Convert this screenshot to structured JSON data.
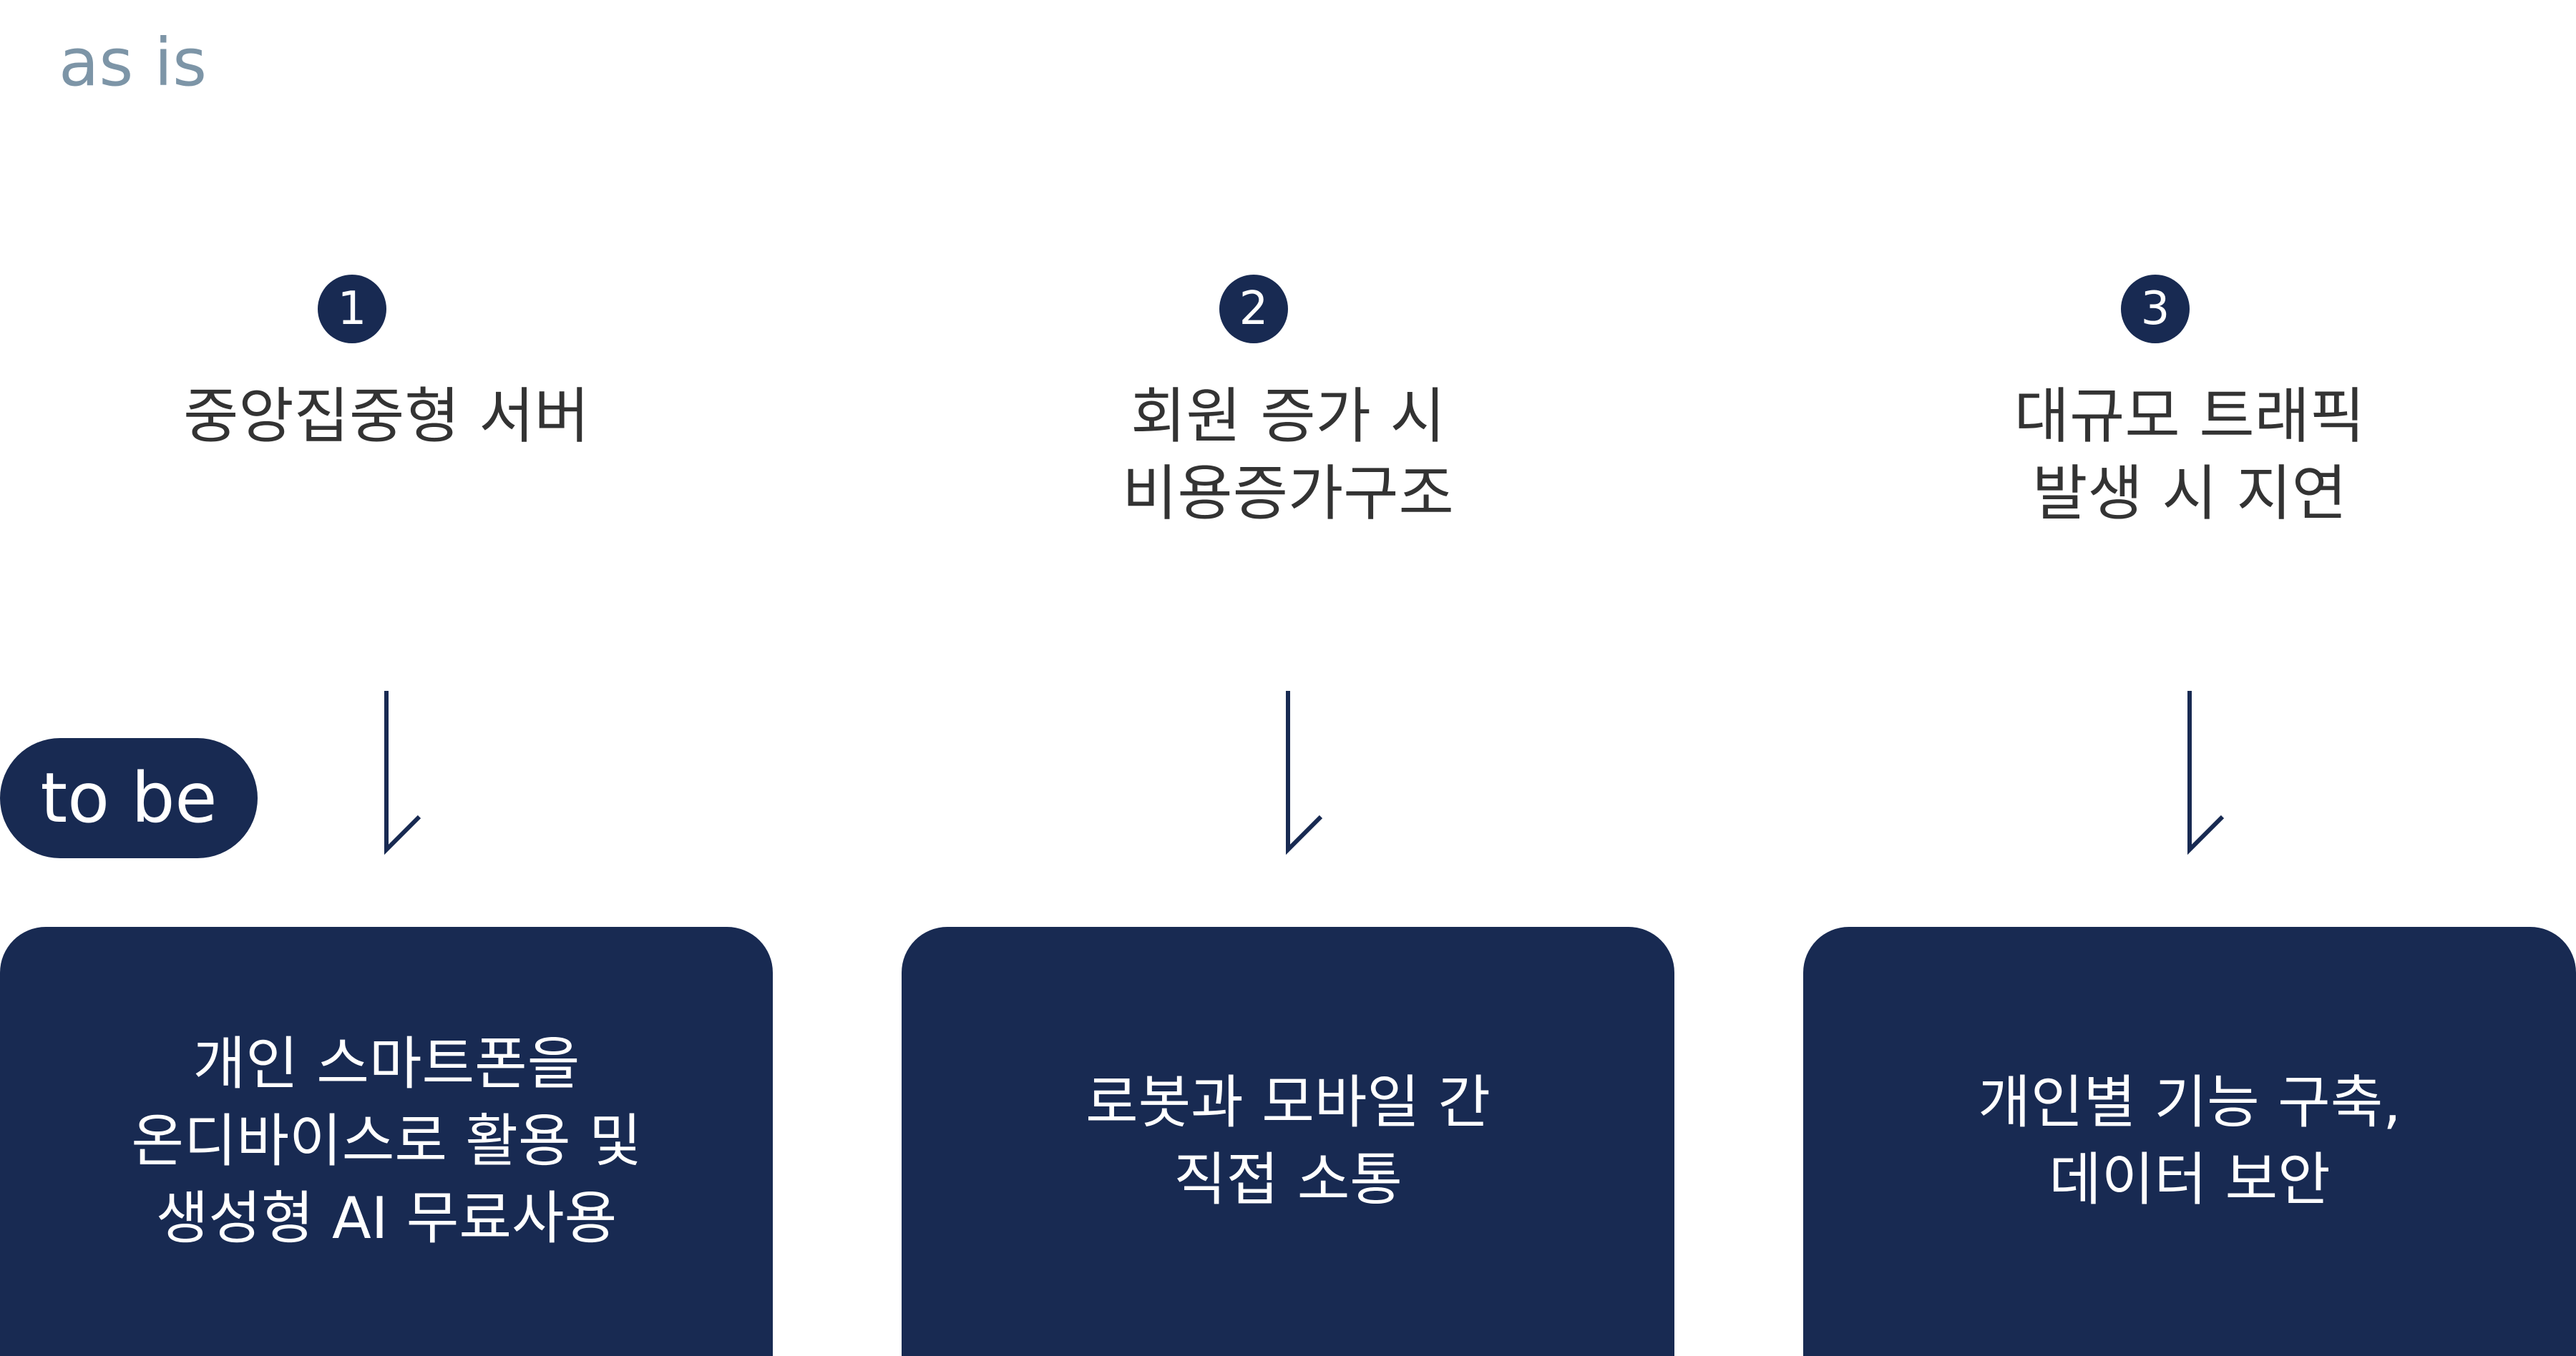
{
  "header": {
    "as_is_label": "as is",
    "to_be_label": "to be"
  },
  "columns": [
    {
      "number": "1",
      "as_is_lines": [
        "중앙집중형 서버"
      ],
      "to_be_lines": [
        "개인 스마트폰을",
        "온디바이스로 활용 및",
        "생성형 AI 무료사용"
      ]
    },
    {
      "number": "2",
      "as_is_lines": [
        "회원 증가 시",
        "비용증가구조"
      ],
      "to_be_lines": [
        "로봇과 모바일 간",
        "직접 소통"
      ]
    },
    {
      "number": "3",
      "as_is_lines": [
        "대규모 트래픽",
        "발생 시 지연"
      ],
      "to_be_lines": [
        "개인별 기능 구축,",
        "데이터 보안"
      ]
    }
  ],
  "colors": {
    "navy": "#182a52",
    "label_gray": "#7d95a7",
    "text_dark": "#333333"
  }
}
